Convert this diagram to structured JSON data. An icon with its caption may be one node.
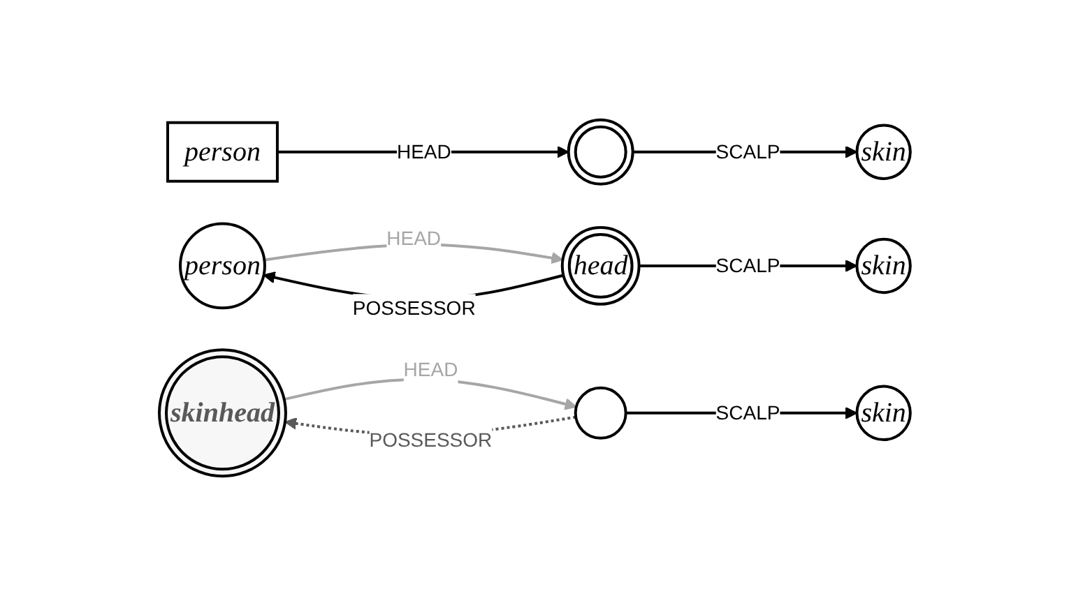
{
  "diagram": {
    "nodes": [
      {
        "text": [
          "person"
        ]
      },
      {
        "text": [],
        "shape": "circle"
      },
      {
        "text": [
          "skin"
        ]
      },
      {
        "text": [
          "person"
        ]
      },
      {
        "text": [
          "head"
        ]
      },
      {
        "text": [
          "skin"
        ]
      },
      {
        "text": [
          "skinhead"
        ]
      },
      {
        "text": [],
        "shape": "circle"
      },
      {
        "text": [
          "skin"
        ]
      }
    ],
    "edges": [
      {
        "from": 0,
        "to": 1,
        "label": "HEAD",
        "arrow": "to"
      },
      {
        "from": 1,
        "to": 2,
        "label": "SCALP",
        "arrow": "to"
      },
      {
        "from": 3,
        "to": 4,
        "label": "HEAD",
        "arrow": "to",
        "color": "#a6a6a6"
      },
      {
        "from": 4,
        "to": 3,
        "label": "POSSESSOR",
        "arrow": "to"
      },
      {
        "from": 4,
        "to": 5,
        "label": "SCALP",
        "arrow": "to"
      },
      {
        "from": 6,
        "to": 7,
        "label": "HEAD",
        "arrow": "to",
        "color": "#a6a6a6"
      },
      {
        "from": 7,
        "to": 6,
        "label": "POSSESSOR",
        "arrow": "to",
        "style": "dashed",
        "color": "#595959"
      },
      {
        "from": 7,
        "to": 8,
        "label": "SCALP",
        "arrow": "to"
      }
    ]
  }
}
